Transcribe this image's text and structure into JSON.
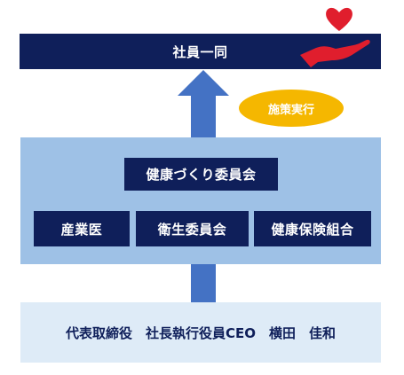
{
  "top": {
    "title": "社員一同"
  },
  "action_badge": {
    "label": "施策実行"
  },
  "committee": {
    "label": "健康づくり委員会"
  },
  "members": [
    {
      "label": "産業医"
    },
    {
      "label": "衛生委員会"
    },
    {
      "label": "健康保険組合"
    }
  ],
  "bottom": {
    "label": "代表取締役　社長執行役員CEO　横田　佳和"
  },
  "colors": {
    "navy": "#0f1f5a",
    "arrow": "#4472c4",
    "middle_panel": "#9ec1e6",
    "bottom_panel": "#deebf7",
    "badge": "#f5b700",
    "heart": "#e01e2d"
  },
  "icons": [
    "hand-heart-icon",
    "up-arrow-icon"
  ]
}
